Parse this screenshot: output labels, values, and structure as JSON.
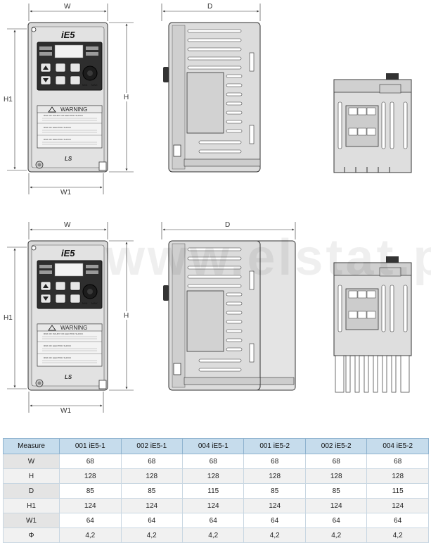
{
  "figure": {
    "dim_labels": {
      "w": "W",
      "h": "H",
      "h1": "H1",
      "w1": "W1",
      "d": "D"
    },
    "panel": {
      "brand": "iE5",
      "warning_title": "WARNING",
      "warning_item_1": "RISK OF INJURY OR ELECTRIC SHOCK",
      "warning_item_2": "RISK OF ELECTRIC SHOCK",
      "warning_item_3": "RISK OF ELECTRIC SHOCK",
      "knob_min": "MIN",
      "knob_max": "MAX",
      "logo": "LS"
    },
    "watermark": "www.elstat.pl"
  },
  "table": {
    "headers": [
      "Measure",
      "001 iE5-1",
      "002 iE5-1",
      "004 iE5-1",
      "001 iE5-2",
      "002 iE5-2",
      "004 iE5-2"
    ],
    "rows": [
      [
        "W",
        "68",
        "68",
        "68",
        "68",
        "68",
        "68"
      ],
      [
        "H",
        "128",
        "128",
        "128",
        "128",
        "128",
        "128"
      ],
      [
        "D",
        "85",
        "85",
        "115",
        "85",
        "85",
        "115"
      ],
      [
        "H1",
        "124",
        "124",
        "124",
        "124",
        "124",
        "124"
      ],
      [
        "W1",
        "64",
        "64",
        "64",
        "64",
        "64",
        "64"
      ],
      [
        "Φ",
        "4,2",
        "4,2",
        "4,2",
        "4,2",
        "4,2",
        "4,2"
      ]
    ]
  }
}
